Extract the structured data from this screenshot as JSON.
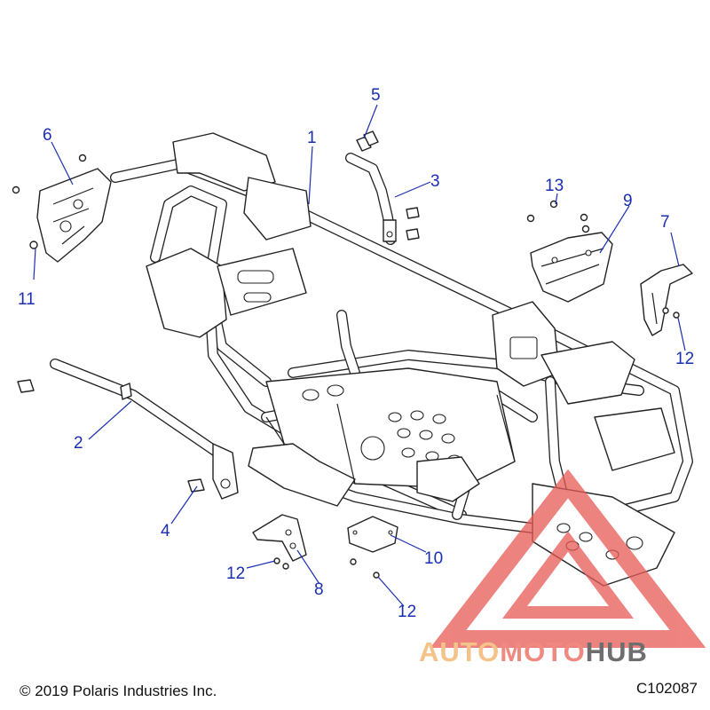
{
  "callouts": [
    {
      "id": "c1",
      "label": "1"
    },
    {
      "id": "c2",
      "label": "2"
    },
    {
      "id": "c3",
      "label": "3"
    },
    {
      "id": "c4",
      "label": "4"
    },
    {
      "id": "c5",
      "label": "5"
    },
    {
      "id": "c6",
      "label": "6"
    },
    {
      "id": "c7",
      "label": "7"
    },
    {
      "id": "c8",
      "label": "8"
    },
    {
      "id": "c9",
      "label": "9"
    },
    {
      "id": "c10",
      "label": "10"
    },
    {
      "id": "c11",
      "label": "11"
    },
    {
      "id": "c12a",
      "label": "12"
    },
    {
      "id": "c12b",
      "label": "12"
    },
    {
      "id": "c12c",
      "label": "12"
    },
    {
      "id": "c13",
      "label": "13"
    }
  ],
  "footer": {
    "copyright": "© 2019 Polaris Industries Inc.",
    "figure_id": "C102087"
  },
  "watermark": {
    "part1": "AUTO",
    "part2": "MOTO",
    "part3": "HUB"
  },
  "colors": {
    "callout": "#1a2fb0",
    "watermark_triangle": "#e85a55"
  }
}
